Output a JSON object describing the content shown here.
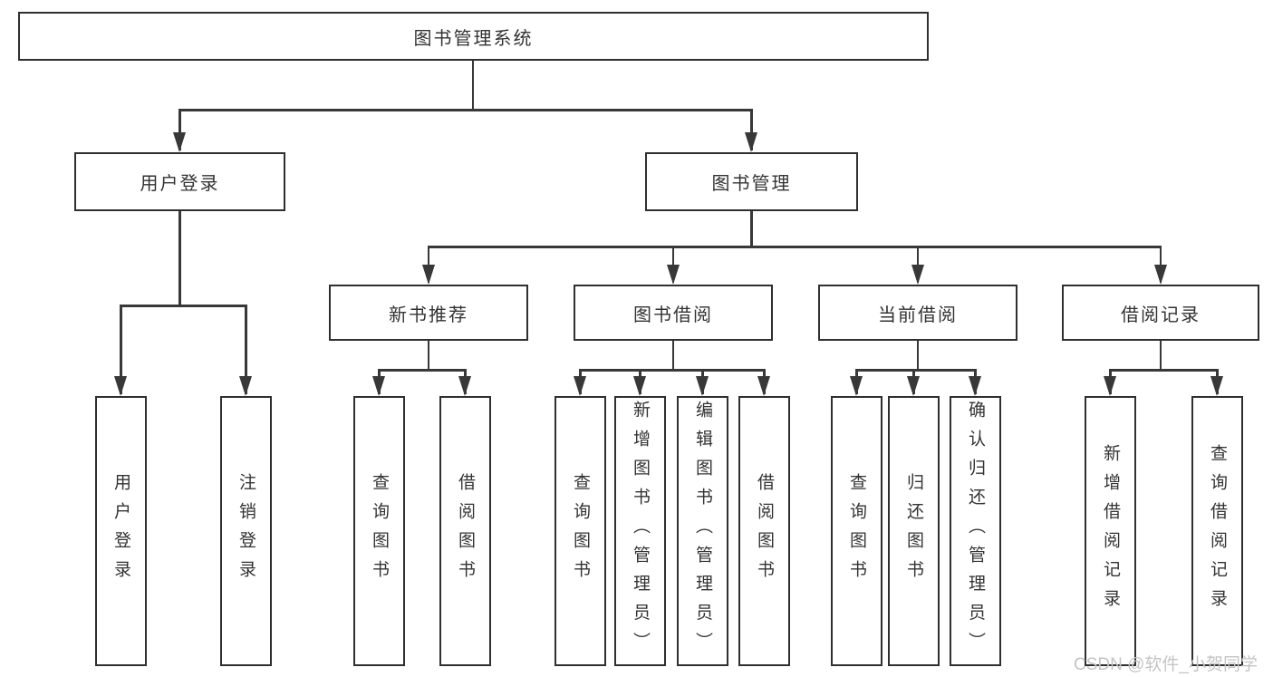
{
  "diagram": {
    "type": "hierarchy-tree",
    "title": "图书管理系统",
    "colors": {
      "line": "#383838",
      "box_border": "#2f2f2f",
      "box_background": "#ffffff",
      "text": "#333333",
      "watermark": "#c4c4c4",
      "page_background": "#ffffff"
    },
    "tree": {
      "label": "图书管理系统",
      "children": [
        {
          "label": "用户登录",
          "children": [
            {
              "label": "用户登录"
            },
            {
              "label": "注销登录"
            }
          ]
        },
        {
          "label": "图书管理",
          "children": [
            {
              "label": "新书推荐",
              "children": [
                {
                  "label": "查询图书"
                },
                {
                  "label": "借阅图书"
                }
              ]
            },
            {
              "label": "图书借阅",
              "children": [
                {
                  "label": "查询图书"
                },
                {
                  "label": "新增图书（管理员）"
                },
                {
                  "label": "编辑图书（管理员）"
                },
                {
                  "label": "借阅图书"
                }
              ]
            },
            {
              "label": "当前借阅",
              "children": [
                {
                  "label": "查询图书"
                },
                {
                  "label": "归还图书"
                },
                {
                  "label": "确认归还（管理员）"
                }
              ]
            },
            {
              "label": "借阅记录",
              "children": [
                {
                  "label": "新增借阅记录"
                },
                {
                  "label": "查询借阅记录"
                }
              ]
            }
          ]
        }
      ]
    },
    "watermark": "CSDN @软件_小贺同学"
  }
}
